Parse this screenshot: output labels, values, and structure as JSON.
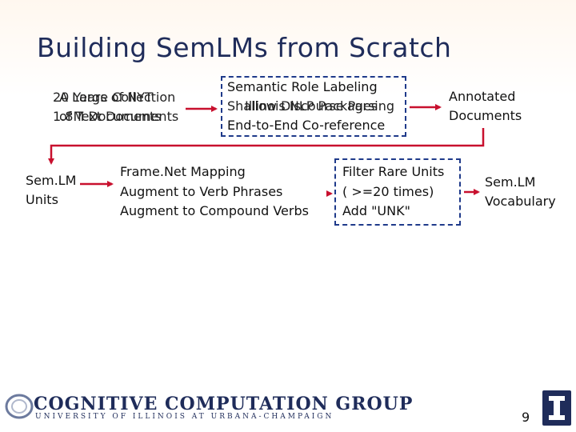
{
  "title": "Building SemLMs from Scratch",
  "source": {
    "line1a": "20 Years of NYT",
    "line1b": "A Large Collection",
    "line2a": "1.8M Documents",
    "line2b": "of Text Documents"
  },
  "processing": {
    "line1": "Semantic Role Labeling",
    "line2a": "Shallow Discourse Parsing",
    "line2b": "Illinois NLP Packages",
    "line3": "End-to-End Co-reference"
  },
  "annotated": {
    "line1": "Annotated",
    "line2": "Documents"
  },
  "units": {
    "line1": "Sem.LM",
    "line2": "Units"
  },
  "mapping": {
    "line1": "Frame.Net Mapping",
    "line2": "Augment to Verb Phrases",
    "line3": "Augment to Compound Verbs"
  },
  "filter": {
    "line1": "Filter Rare Units",
    "line2": "( >=20 times)",
    "line3": "Add \"UNK\""
  },
  "vocab": {
    "line1": "Sem.LM",
    "line2": "Vocabulary"
  },
  "footer": {
    "logo_line1": "COGNITIVE COMPUTATION GROUP",
    "logo_line2": "UNIVERSITY OF ILLINOIS AT URBANA-CHAMPAIGN",
    "page_number": "9"
  },
  "colors": {
    "arrow": "#c8102e",
    "dashed_border": "#1f3a8a",
    "title": "#1f2c5a"
  }
}
